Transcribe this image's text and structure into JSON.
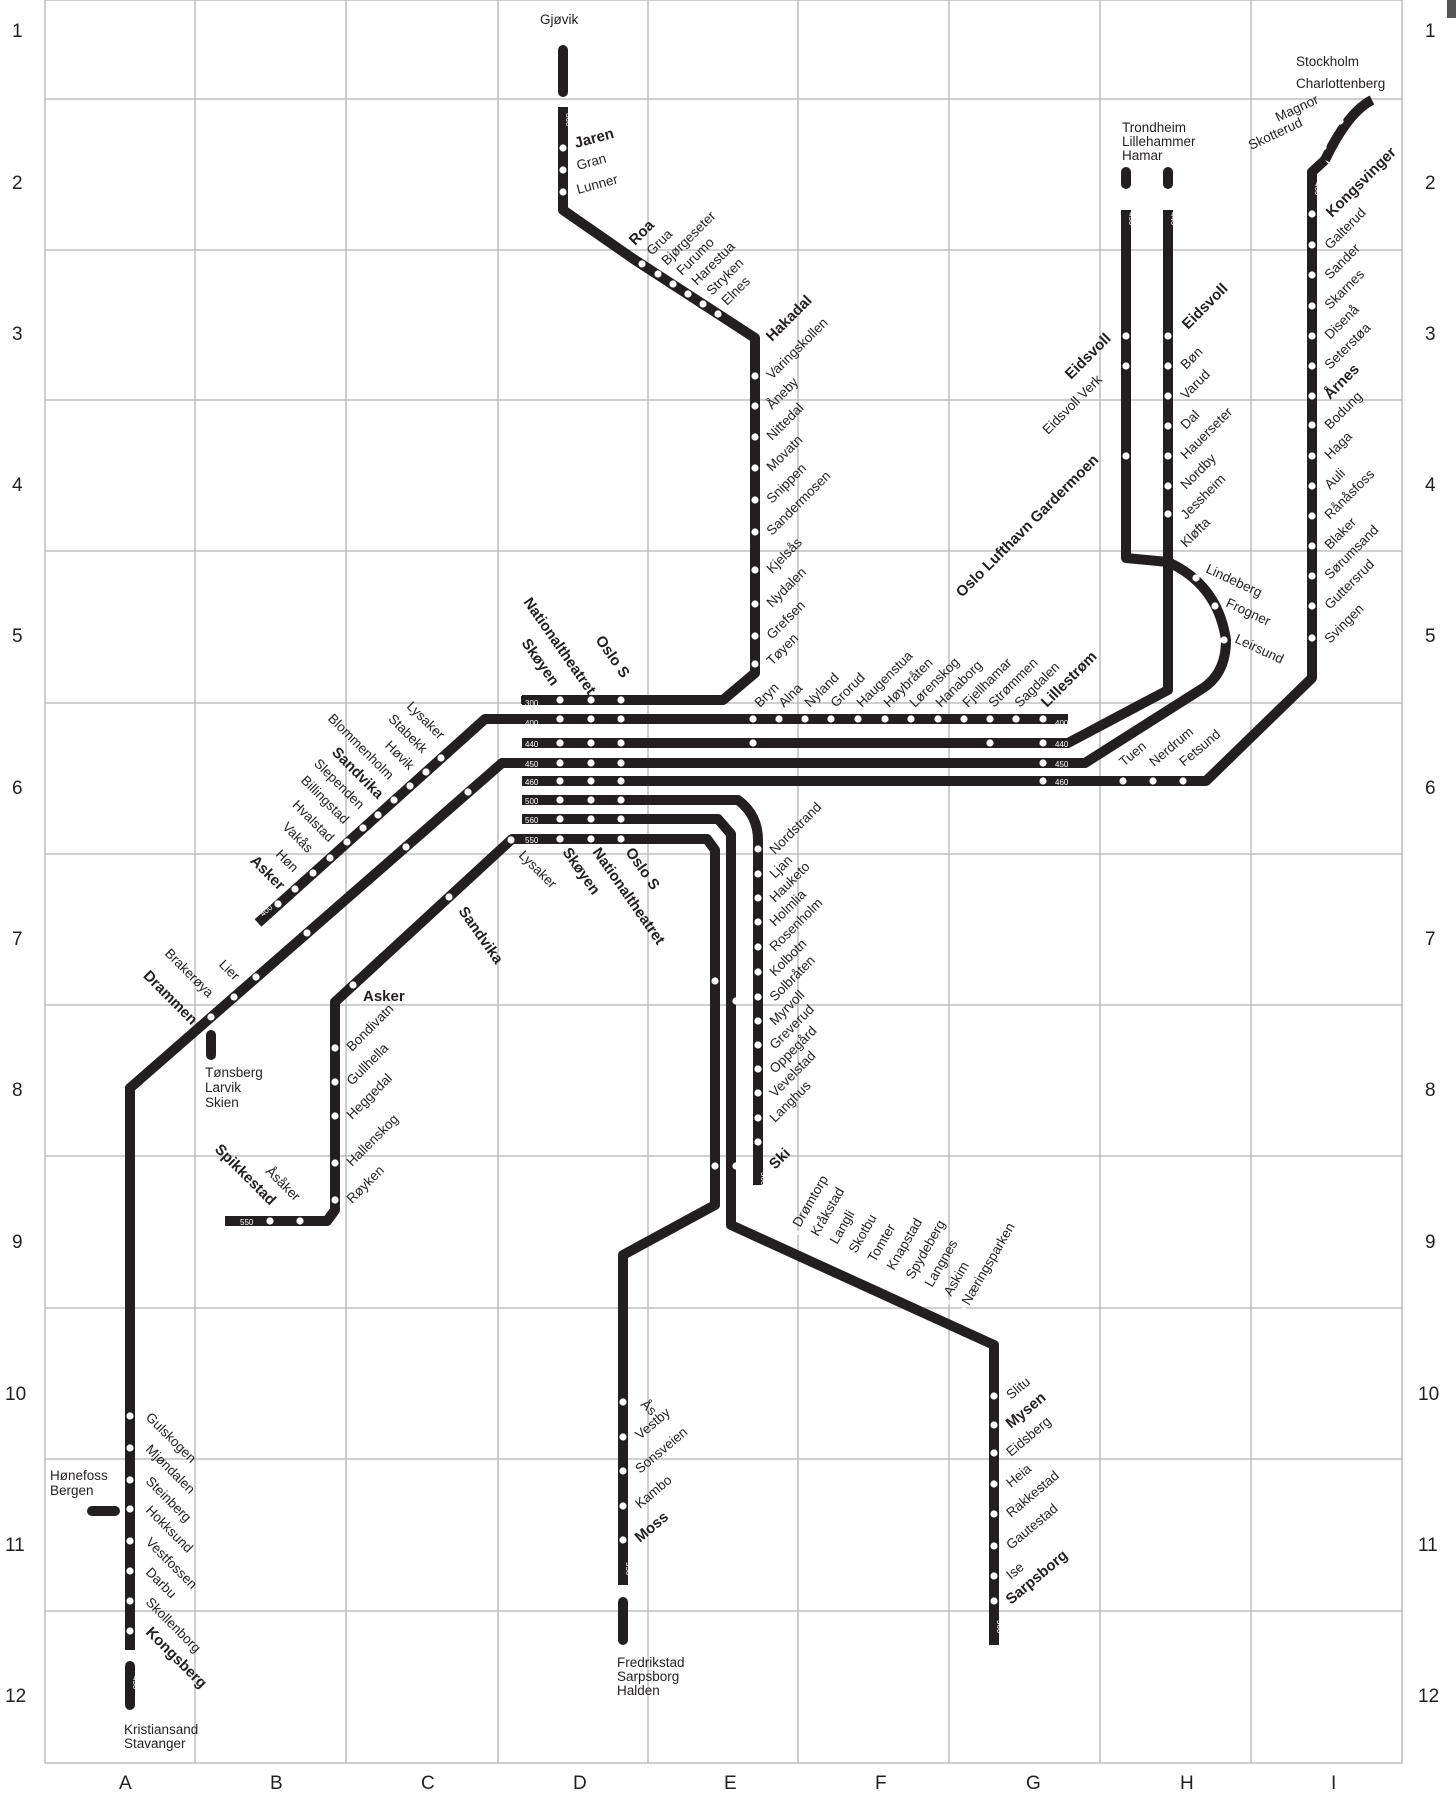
{
  "grid": {
    "rows": [
      "1",
      "2",
      "3",
      "4",
      "5",
      "6",
      "7",
      "8",
      "9",
      "10",
      "11",
      "12"
    ],
    "columns": [
      "A",
      "B",
      "C",
      "D",
      "E",
      "F",
      "G",
      "H",
      "I"
    ]
  },
  "colors": {
    "line": "#231f20",
    "station": "#ffffff",
    "grid": "#b4b4b4",
    "background": "#ffffff"
  },
  "terminals": {
    "gjovik": "Gjøvik",
    "stockholm": "Stockholm",
    "charlottenberg": "Charlottenberg",
    "trondheim": "Trondheim",
    "lillehammer": "Lillehammer",
    "hamar": "Hamar",
    "tonsberg": "Tønsberg",
    "larvik": "Larvik",
    "skien": "Skien",
    "honefoss": "Hønefoss",
    "bergen": "Bergen",
    "kristiansand": "Kristiansand",
    "stavanger": "Stavanger",
    "fredrikstad": "Fredrikstad",
    "sarpsborg": "Sarpsborg",
    "halden": "Halden"
  },
  "line_numbers": {
    "l300": "300",
    "l400": "400",
    "l440": "440",
    "l450": "450",
    "l460": "460",
    "l500": "500",
    "l560": "560",
    "l550": "550"
  },
  "stations": {
    "jaren": "Jaren",
    "gran": "Gran",
    "lunner": "Lunner",
    "roa": "Roa",
    "grua": "Grua",
    "bjorgeseter": "Bjørgeseter",
    "furumo": "Furumo",
    "harestua": "Harestua",
    "stryken": "Stryken",
    "elnes": "Elnes",
    "hakadal": "Hakadal",
    "varingskollen": "Varingskollen",
    "aneby": "Åneby",
    "nittedal": "Nittedal",
    "movatn": "Movatn",
    "snippen": "Snippen",
    "sandermosen": "Sandermosen",
    "kjelsas": "Kjelsås",
    "nydalen": "Nydalen",
    "grefsen": "Grefsen",
    "toyen": "Tøyen",
    "nationaltheatret": "Nationaltheatret",
    "skoyen": "Skøyen",
    "oslo_s": "Oslo S",
    "bryn": "Bryn",
    "alna": "Alna",
    "nyland": "Nyland",
    "grorud": "Grorud",
    "haugenstua": "Haugenstua",
    "hoybraten": "Høybråten",
    "lorenskog": "Lørenskog",
    "hanaborg": "Hanaborg",
    "fjellhamar": "Fjellhamar",
    "strommen": "Strømmen",
    "sagdalen": "Sagdalen",
    "lillestrom": "Lillestrøm",
    "oslo_lufthavn": "Oslo Lufthavn Gardermoen",
    "eidsvoll_verk": "Eidsvoll Verk",
    "eidsvoll_450": "Eidsvoll",
    "eidsvoll_440": "Eidsvoll",
    "bon": "Bøn",
    "varud": "Varud",
    "dal": "Dal",
    "hauerseter": "Hauerseter",
    "nordby": "Nordby",
    "jessheim": "Jessheim",
    "klofta": "Kløfta",
    "lindeberg": "Lindeberg",
    "frogner": "Frogner",
    "leirsund": "Leirsund",
    "magnor": "Magnor",
    "skotterud": "Skotterud",
    "kongsvinger": "Kongsvinger",
    "galterud": "Galterud",
    "sander": "Sander",
    "skarnes": "Skarnes",
    "disena": "Disenå",
    "seterstoa": "Seterstøa",
    "arnes": "Årnes",
    "bodung": "Bodung",
    "haga": "Haga",
    "auli": "Auli",
    "ranasfoss": "Rånåsfoss",
    "blaker": "Blaker",
    "sorumsand": "Sørumsand",
    "guttersrud": "Guttersrud",
    "svingen": "Svingen",
    "tuen": "Tuen",
    "nerdrum": "Nerdrum",
    "fetsund": "Fetsund",
    "lysaker": "Lysaker",
    "stabekk": "Stabekk",
    "hovik": "Høvik",
    "blommenholm": "Blommenholm",
    "sandvika": "Sandvika",
    "slependen": "Slependen",
    "billingstad": "Billingstad",
    "hvalstad": "Hvalstad",
    "vakas": "Vakås",
    "hon": "Høn",
    "asker": "Asker",
    "lier": "Lier",
    "brakeroya": "Brakerøya",
    "drammen": "Drammen",
    "gulskogen": "Gulskogen",
    "mjondalen": "Mjøndalen",
    "steinberg": "Steinberg",
    "hokksund": "Hokksund",
    "vestfossen": "Vestfossen",
    "darbu": "Darbu",
    "skollenborg": "Skollenborg",
    "kongsberg": "Kongsberg",
    "lysaker_550": "Lysaker",
    "skoyen_550": "Skøyen",
    "nationaltheatret_550": "Nationaltheatret",
    "oslo_s_550": "Oslo S",
    "sandvika_550": "Sandvika",
    "asker_550": "Asker",
    "bondivatn": "Bondivatn",
    "gullhella": "Gullhella",
    "heggedal": "Heggedal",
    "hallenskog": "Hallenskog",
    "royken": "Røyken",
    "asaker": "Åsåker",
    "spikkestad": "Spikkestad",
    "nordstrand": "Nordstrand",
    "ljan": "Ljan",
    "hauketo": "Hauketo",
    "holmlia": "Holmlia",
    "rosenholm": "Rosenholm",
    "kolbotn": "Kolbotn",
    "solbraten": "Solbråten",
    "myrvoll": "Myrvoll",
    "greverud": "Greverud",
    "oppegard": "Oppegård",
    "vevelstad": "Vevelstad",
    "langhus": "Langhus",
    "ski": "Ski",
    "dromtorp": "Drømtorp",
    "krakstad": "Kråkstad",
    "langli": "Langli",
    "skotbu": "Skotbu",
    "tomter": "Tomter",
    "knapstad": "Knapstad",
    "spydeberg": "Spydeberg",
    "langnes": "Langnes",
    "askim": "Askim",
    "naeringsparken": "Næringsparken",
    "slitu": "Slitu",
    "mysen": "Mysen",
    "eidsberg": "Eidsberg",
    "heia": "Heia",
    "rakkestad": "Rakkestad",
    "gautestad": "Gautestad",
    "ise": "Ise",
    "sarpsborg": "Sarpsborg",
    "as": "Ås",
    "vestby": "Vestby",
    "sonsveien": "Sonsveien",
    "kambo": "Kambo",
    "moss": "Moss"
  }
}
